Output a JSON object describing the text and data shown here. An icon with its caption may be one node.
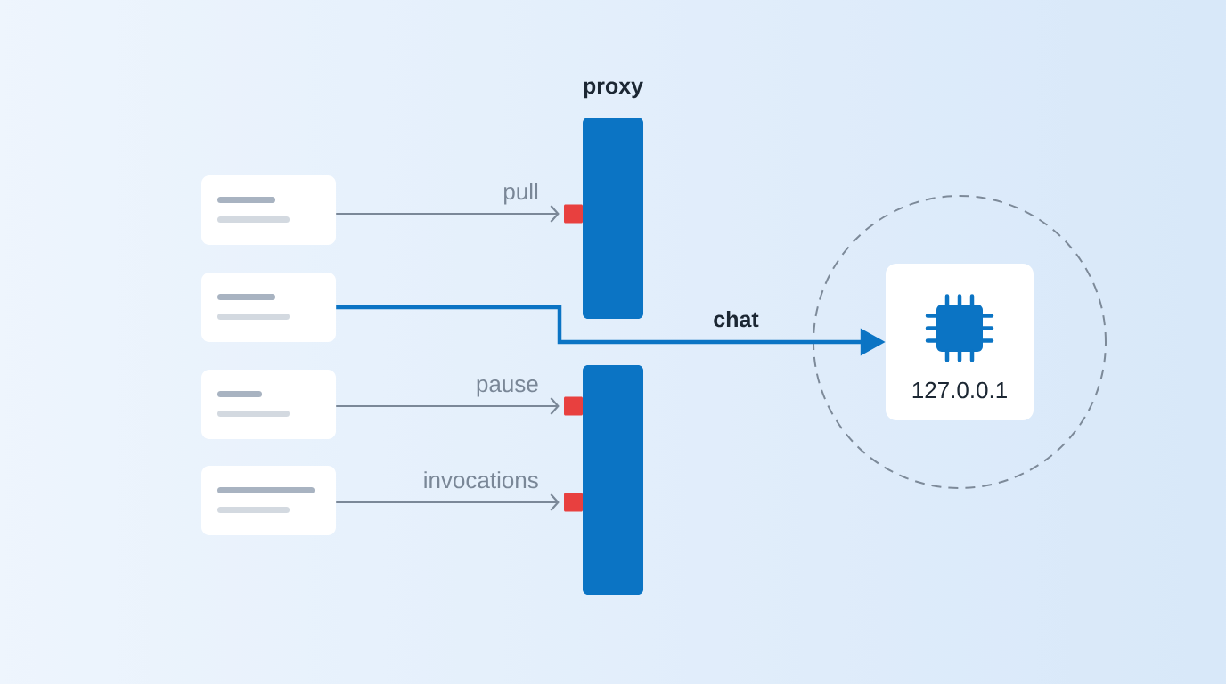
{
  "diagram": {
    "nodes": [
      {
        "text": [],
        "shape": "box"
      },
      {
        "text": [],
        "shape": "box"
      },
      {
        "text": [],
        "shape": "box"
      },
      {
        "text": [],
        "shape": "box"
      },
      {
        "text": [
          "proxy"
        ]
      },
      {
        "text": [],
        "shape": "bar"
      },
      {
        "text": [],
        "shape": "box"
      },
      {
        "text": [],
        "shape": "box"
      },
      {
        "text": [],
        "shape": "box"
      },
      {
        "text": [],
        "shape": "circle"
      },
      {
        "text": [
          "127.0.0.1"
        ],
        "in": 9
      }
    ],
    "edges": [
      {
        "from": 0,
        "to": 6,
        "arrow": "to",
        "label": "pull"
      },
      {
        "from": 1,
        "to": 10,
        "arrow": "to",
        "label": "chat",
        "style": "thick",
        "color": "#0b74c4"
      },
      {
        "from": 2,
        "to": 7,
        "arrow": "to",
        "label": "pause"
      },
      {
        "from": 3,
        "to": 8,
        "arrow": "to",
        "label": "invocations"
      }
    ]
  }
}
